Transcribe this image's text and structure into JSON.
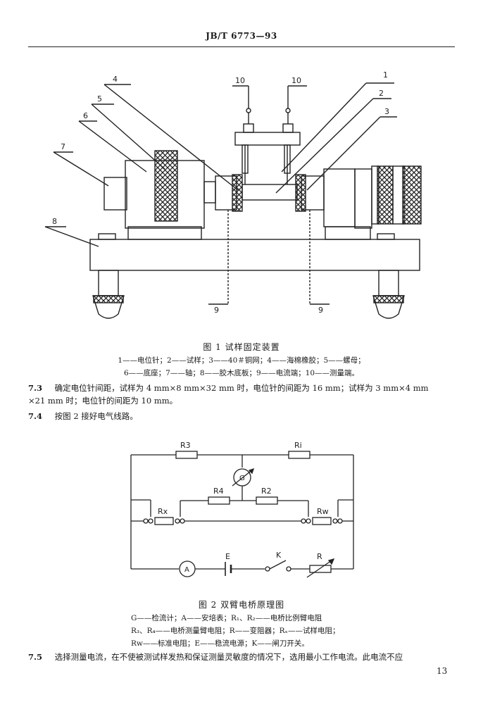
{
  "header": {
    "standard_code": "JB/T 6773—93"
  },
  "figure1": {
    "callouts": [
      "1",
      "2",
      "3",
      "4",
      "5",
      "6",
      "7",
      "8",
      "9",
      "9",
      "10",
      "10"
    ],
    "caption": "图 1   试样固定装置",
    "legend_line1": "1——电位针；2——试样；3——40＃铜网；4——海棉橡胶；5——螺母；",
    "legend_line2": "6——底座；7——轴；8——胶木底板；9——电流端；10——测量端。"
  },
  "section_7_3": {
    "number": "7.3",
    "line1": "确定电位针间距，试样为 4 mm×8 mm×32 mm 时，电位针的间距为 16 mm；试样为 3 mm×4 mm",
    "line2": "×21 mm 时；电位针的间距为 10 mm。"
  },
  "section_7_4": {
    "number": "7.4",
    "text": "按图 2 接好电气线路。"
  },
  "figure2": {
    "labels": {
      "r3": "R3",
      "ri": "Ri",
      "g": "G",
      "r4": "R4",
      "r2": "R2",
      "rx": "Rx",
      "rw": "Rw",
      "a": "A",
      "e": "E",
      "k": "K",
      "r": "R"
    },
    "caption": "图 2   双臂电桥原理图",
    "legend_line1": "G——检流计；A——安培表；R₁、R₂——电桥比例臂电阻",
    "legend_line2": "R₃、R₄——电桥测量臂电阻；R——变阻器；Rₓ——试样电阻；",
    "legend_line3": "Rw——标准电阻；E——稳流电源；K——闸刀开关。"
  },
  "section_7_5": {
    "number": "7.5",
    "text": "选择测量电流，在不使被测试样发热和保证测量灵敏度的情况下，选用最小工作电流。此电流不应"
  },
  "page_number": "13"
}
